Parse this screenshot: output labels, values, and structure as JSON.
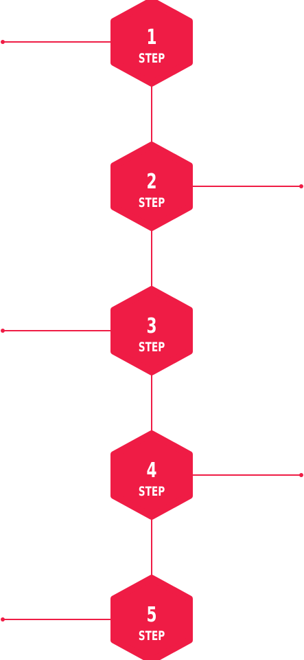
{
  "colors": {
    "accent": "#EF1C45",
    "text": "#ffffff",
    "background": "#ffffff"
  },
  "steps": [
    {
      "number": "1",
      "label": "STEP",
      "connector_side": "left"
    },
    {
      "number": "2",
      "label": "STEP",
      "connector_side": "right"
    },
    {
      "number": "3",
      "label": "STEP",
      "connector_side": "left"
    },
    {
      "number": "4",
      "label": "STEP",
      "connector_side": "right"
    },
    {
      "number": "5",
      "label": "STEP",
      "connector_side": "left"
    }
  ]
}
